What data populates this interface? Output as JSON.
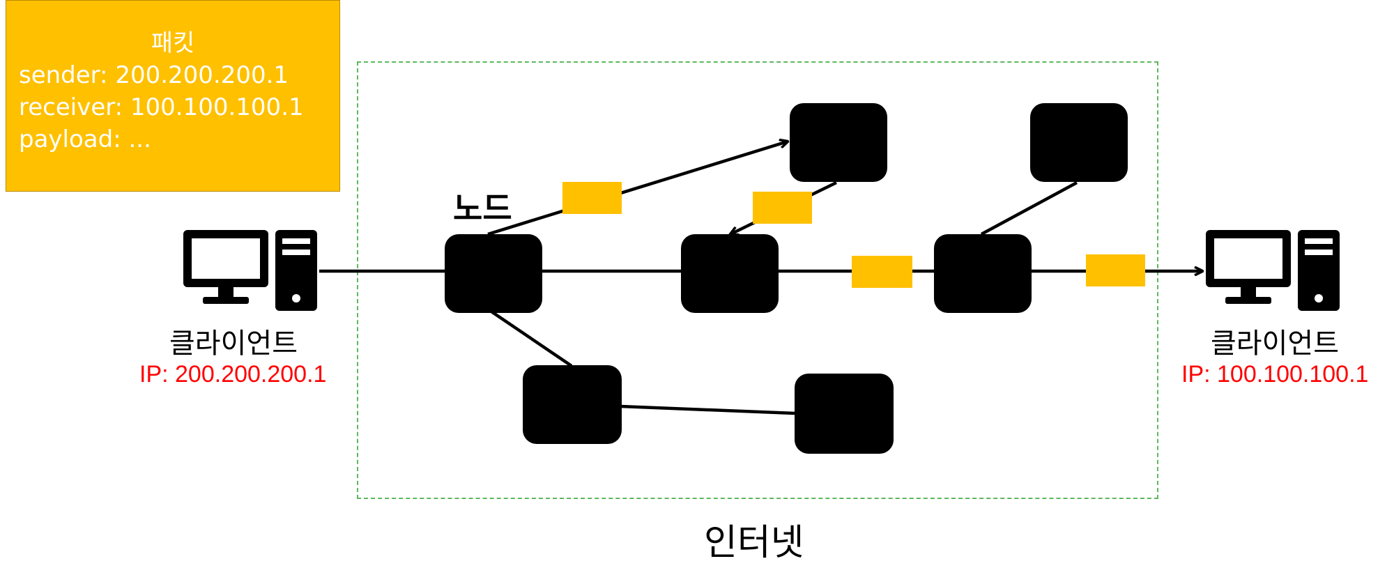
{
  "packet": {
    "title": "패킷",
    "sender": "sender: 200.200.200.1",
    "receiver": "receiver: 100.100.100.1",
    "payload": "payload: ..."
  },
  "node_label": "노드",
  "internet_label": "인터넷",
  "left_client": {
    "label": "클라이언트",
    "ip": "IP: 200.200.200.1"
  },
  "right_client": {
    "label": "클라이언트",
    "ip": "IP: 100.100.100.1"
  },
  "colors": {
    "packet": "#ffc000",
    "node": "#000000",
    "ip_text": "#ff0000",
    "frame": "#5cb85c"
  }
}
